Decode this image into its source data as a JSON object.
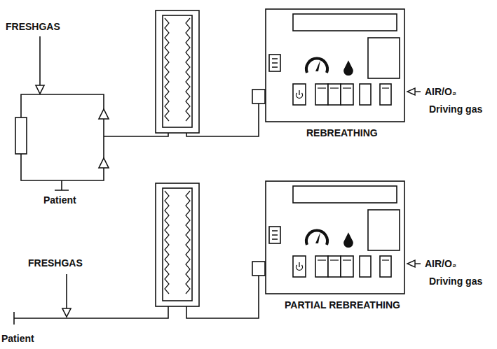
{
  "diagram": {
    "nodes": [
      {
        "text": [
          "REBREATHING"
        ]
      },
      {
        "text": [
          "PARTIAL REBREATHING"
        ]
      }
    ],
    "labels": [
      "FRESHGAS",
      "Patient",
      "AIR/O₂",
      "Driving gas",
      "FRESHGAS",
      "Patient",
      "AIR/O₂",
      "Driving gas"
    ]
  }
}
